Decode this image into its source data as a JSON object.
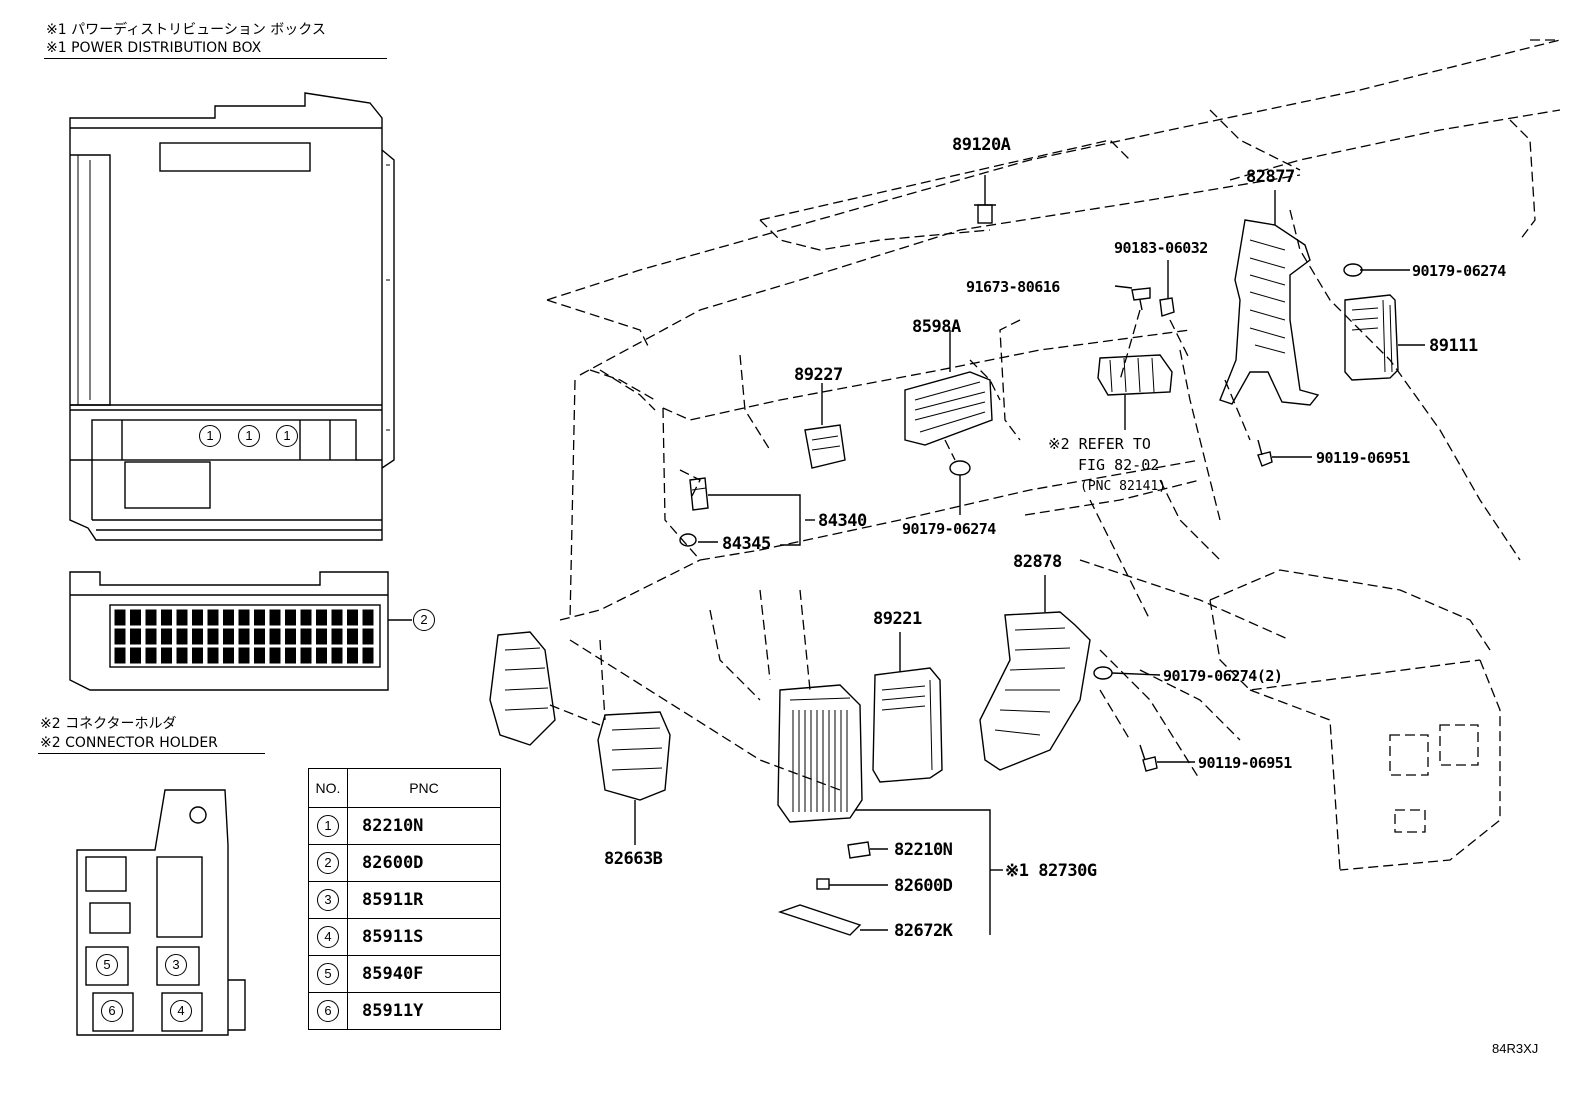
{
  "header_pdb": {
    "line_jp": "※1 パワーディストリビューション ボックス",
    "line_en": "※1 POWER DISTRIBUTION BOX"
  },
  "header_holder": {
    "line_jp": "※2 コネクターホルダ",
    "line_en": "※2 CONNECTOR HOLDER"
  },
  "pdb_callouts": {
    "one": "1",
    "two": "2"
  },
  "holder_callouts": [
    "5",
    "3",
    "6",
    "4"
  ],
  "parts": {
    "p89120A": "89120A",
    "p82877": "82877",
    "p90183": "90183-06032",
    "p90179a": "90179-06274",
    "p91673": "91673-80616",
    "p8598A": "8598A",
    "p89111": "89111",
    "p89227": "89227",
    "p90119a": "90119-06951",
    "p84340": "84340",
    "p84345": "84345",
    "p90179b": "90179-06274",
    "p82878": "82878",
    "p89221": "89221",
    "p90179c": "90179-06274(2)",
    "p90119b": "90119-06951",
    "p82663B": "82663B",
    "p82210N": "82210N",
    "p82600D": "82600D",
    "p82672K": "82672K",
    "p82730G": "※1 82730G"
  },
  "refer": {
    "line1": "※2 REFER TO",
    "line2": "FIG 82-02",
    "line3": "(PNC 82141)"
  },
  "pnc_table": {
    "col_no": "NO.",
    "col_pnc": "PNC",
    "rows": [
      {
        "no": "1",
        "pnc": "82210N"
      },
      {
        "no": "2",
        "pnc": "82600D"
      },
      {
        "no": "3",
        "pnc": "85911R"
      },
      {
        "no": "4",
        "pnc": "85911S"
      },
      {
        "no": "5",
        "pnc": "85940F"
      },
      {
        "no": "6",
        "pnc": "85911Y"
      }
    ]
  },
  "figure_code": "84R3XJ"
}
